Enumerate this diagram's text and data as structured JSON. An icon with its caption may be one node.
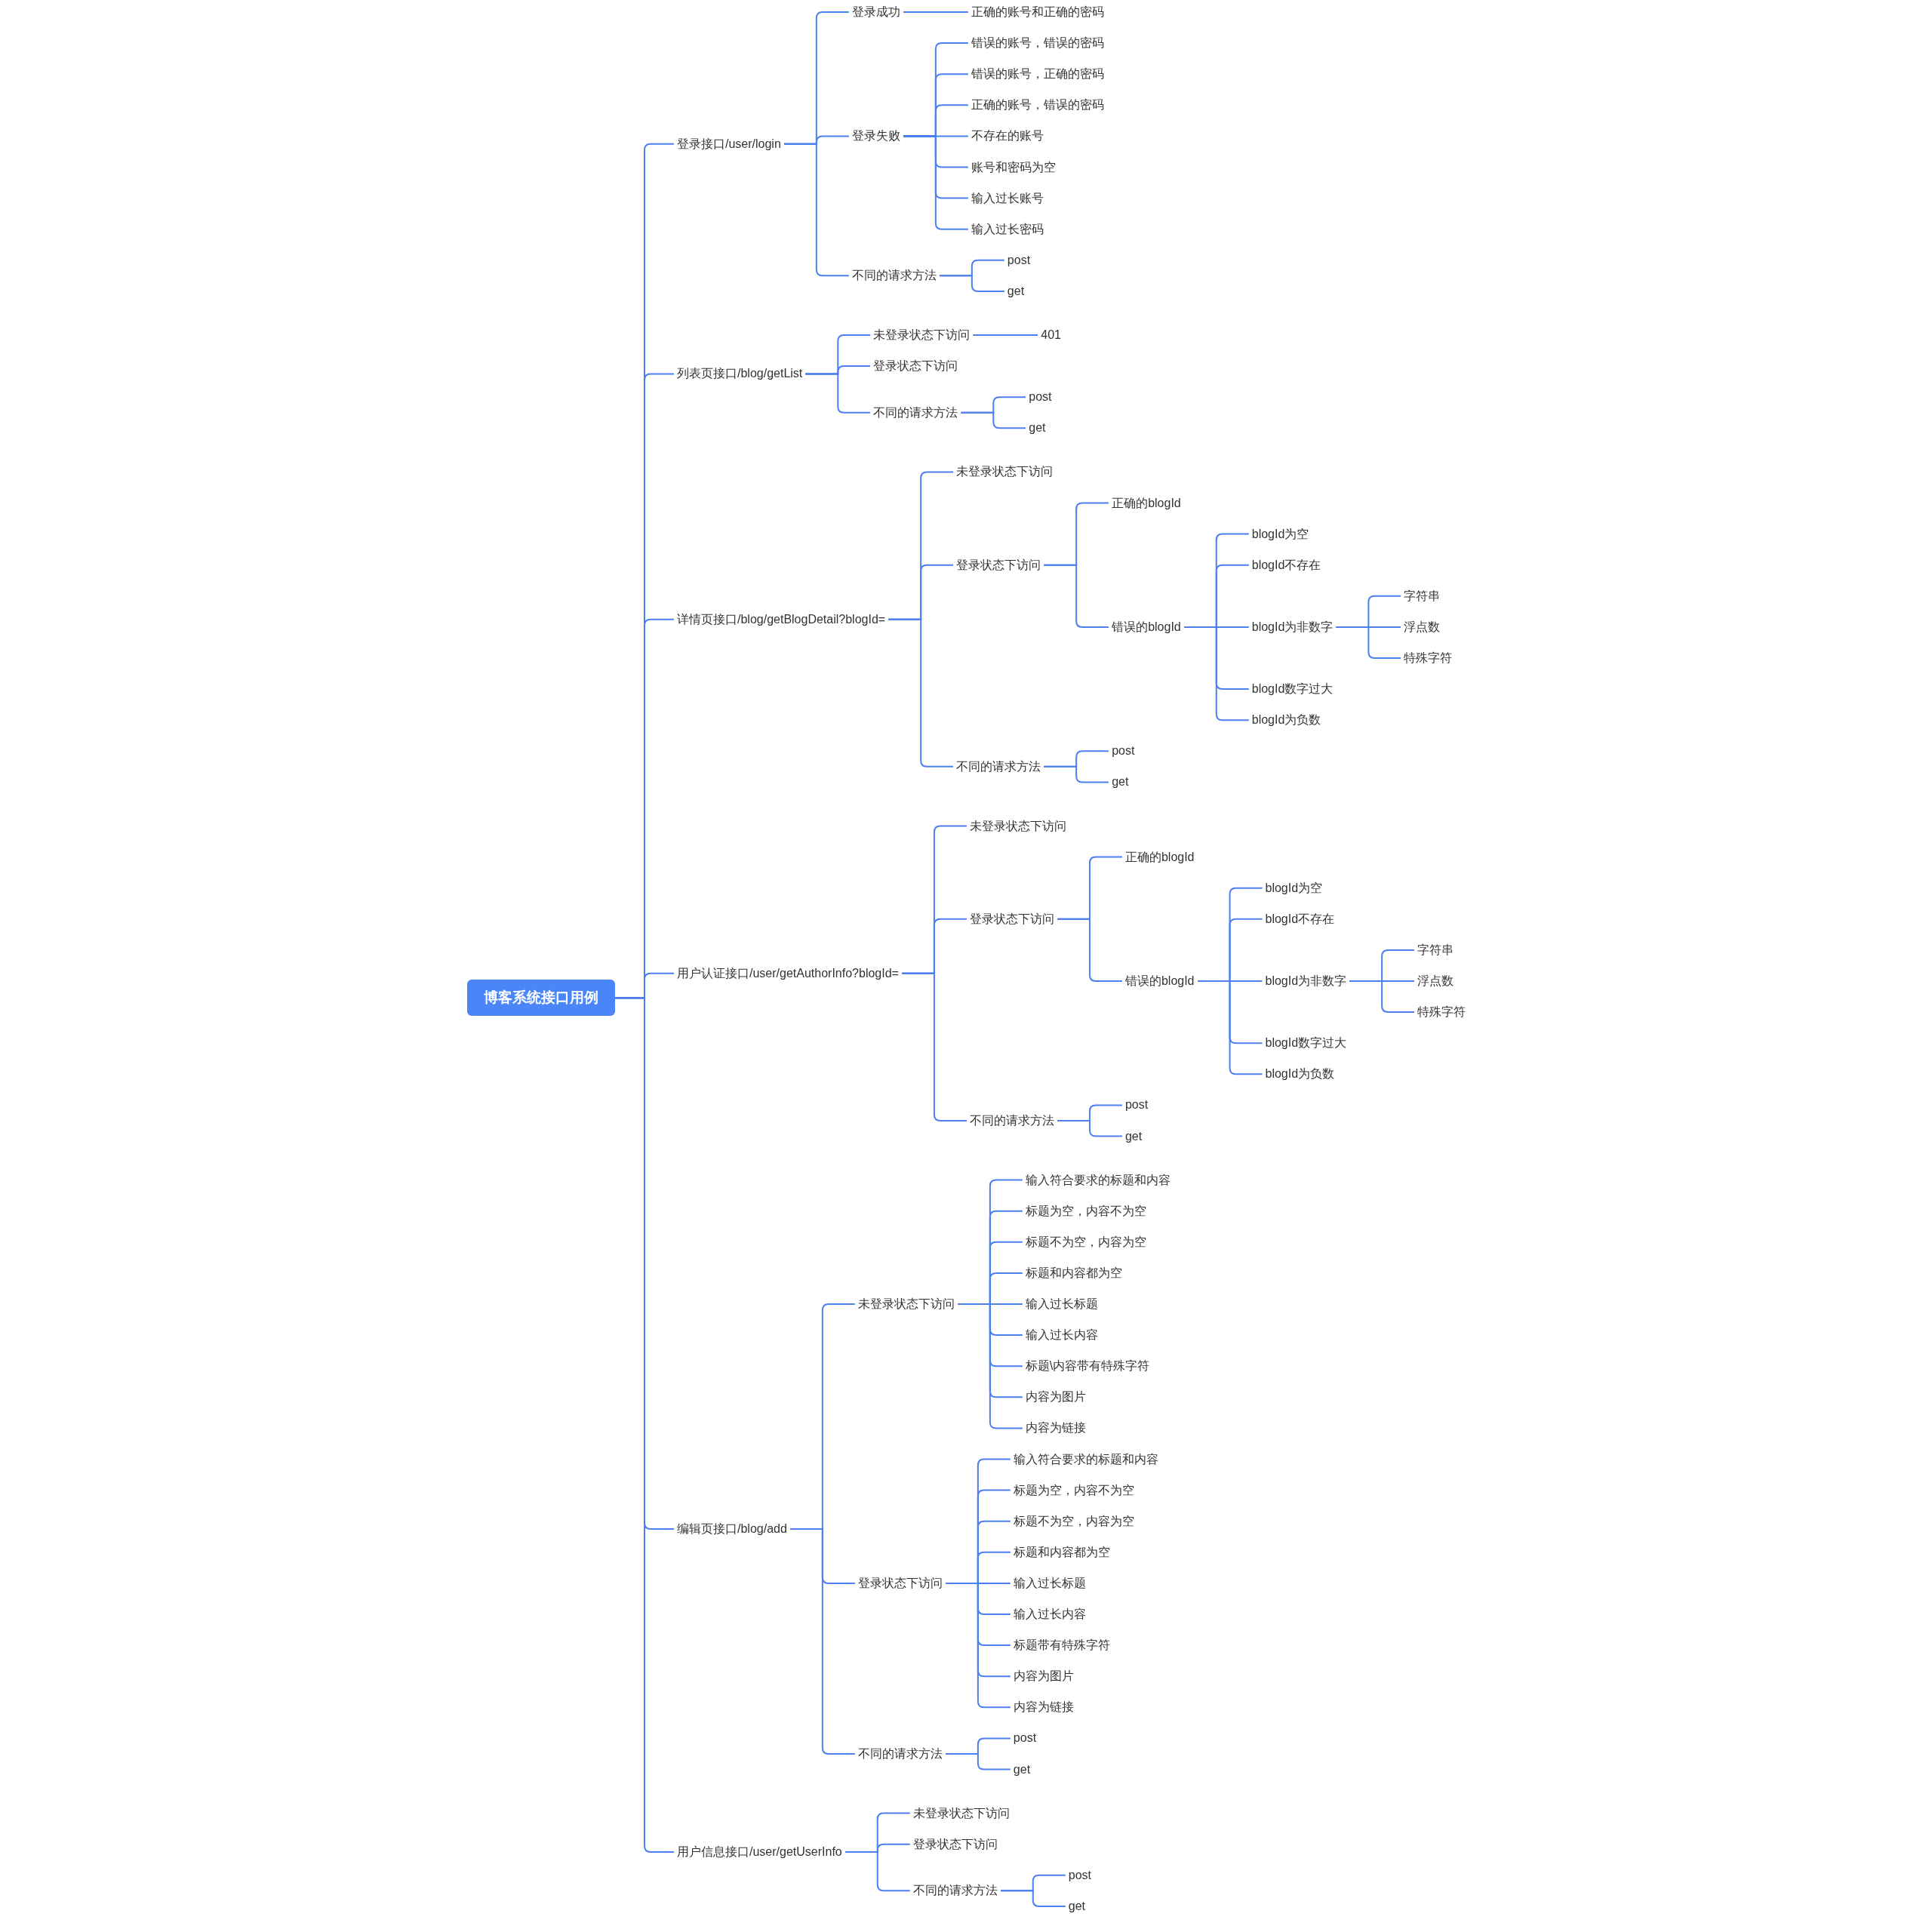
{
  "diagram": {
    "nodes": [
      {
        "text": [
          "博客系统接口用例"
        ]
      },
      {
        "text": [
          "登录接口/user/login"
        ]
      },
      {
        "text": [
          "登录成功"
        ]
      },
      {
        "text": [
          "正确的账号和正确的密码"
        ]
      },
      {
        "text": [
          "登录失败"
        ]
      },
      {
        "text": [
          "错误的账号，错误的密码"
        ]
      },
      {
        "text": [
          "错误的账号，正确的密码"
        ]
      },
      {
        "text": [
          "正确的账号，错误的密码"
        ]
      },
      {
        "text": [
          "不存在的账号"
        ]
      },
      {
        "text": [
          "账号和密码为空"
        ]
      },
      {
        "text": [
          "输入过长账号"
        ]
      },
      {
        "text": [
          "输入过长密码"
        ]
      },
      {
        "text": [
          "不同的请求方法"
        ]
      },
      {
        "text": [
          "post"
        ]
      },
      {
        "text": [
          "get"
        ]
      },
      {
        "text": [
          "列表页接口/blog/getList"
        ]
      },
      {
        "text": [
          "未登录状态下访问"
        ]
      },
      {
        "text": [
          "401"
        ]
      },
      {
        "text": [
          "登录状态下访问"
        ]
      },
      {
        "text": [
          "不同的请求方法"
        ]
      },
      {
        "text": [
          "post"
        ]
      },
      {
        "text": [
          "get"
        ]
      },
      {
        "text": [
          "详情页接口/blog/getBlogDetail?blogId="
        ]
      },
      {
        "text": [
          "未登录状态下访问"
        ]
      },
      {
        "text": [
          "登录状态下访问"
        ]
      },
      {
        "text": [
          "正确的blogId"
        ]
      },
      {
        "text": [
          "错误的blogId"
        ]
      },
      {
        "text": [
          "blogId为空"
        ]
      },
      {
        "text": [
          "blogId不存在"
        ]
      },
      {
        "text": [
          "blogId为非数字"
        ]
      },
      {
        "text": [
          "字符串"
        ]
      },
      {
        "text": [
          "浮点数"
        ]
      },
      {
        "text": [
          "特殊字符"
        ]
      },
      {
        "text": [
          "blogId数字过大"
        ]
      },
      {
        "text": [
          "blogId为负数"
        ]
      },
      {
        "text": [
          "不同的请求方法"
        ]
      },
      {
        "text": [
          "post"
        ]
      },
      {
        "text": [
          "get"
        ]
      },
      {
        "text": [
          "用户认证接口/user/getAuthorInfo?blogId="
        ]
      },
      {
        "text": [
          "未登录状态下访问"
        ]
      },
      {
        "text": [
          "登录状态下访问"
        ]
      },
      {
        "text": [
          "正确的blogId"
        ]
      },
      {
        "text": [
          "错误的blogId"
        ]
      },
      {
        "text": [
          "blogId为空"
        ]
      },
      {
        "text": [
          "blogId不存在"
        ]
      },
      {
        "text": [
          "blogId为非数字"
        ]
      },
      {
        "text": [
          "字符串"
        ]
      },
      {
        "text": [
          "浮点数"
        ]
      },
      {
        "text": [
          "特殊字符"
        ]
      },
      {
        "text": [
          "blogId数字过大"
        ]
      },
      {
        "text": [
          "blogId为负数"
        ]
      },
      {
        "text": [
          "不同的请求方法"
        ]
      },
      {
        "text": [
          "post"
        ]
      },
      {
        "text": [
          "get"
        ]
      },
      {
        "text": [
          "编辑页接口/blog/add"
        ]
      },
      {
        "text": [
          "未登录状态下访问"
        ]
      },
      {
        "text": [
          "输入符合要求的标题和内容"
        ]
      },
      {
        "text": [
          "标题为空，内容不为空"
        ]
      },
      {
        "text": [
          "标题不为空，内容为空"
        ]
      },
      {
        "text": [
          "标题和内容都为空"
        ]
      },
      {
        "text": [
          "输入过长标题"
        ]
      },
      {
        "text": [
          "输入过长内容"
        ]
      },
      {
        "text": [
          "标题\\内容带有特殊字符"
        ]
      },
      {
        "text": [
          "内容为图片"
        ]
      },
      {
        "text": [
          "内容为链接"
        ]
      },
      {
        "text": [
          "登录状态下访问"
        ]
      },
      {
        "text": [
          "输入符合要求的标题和内容"
        ]
      },
      {
        "text": [
          "标题为空，内容不为空"
        ]
      },
      {
        "text": [
          "标题不为空，内容为空"
        ]
      },
      {
        "text": [
          "标题和内容都为空"
        ]
      },
      {
        "text": [
          "输入过长标题"
        ]
      },
      {
        "text": [
          "输入过长内容"
        ]
      },
      {
        "text": [
          "标题带有特殊字符"
        ]
      },
      {
        "text": [
          "内容为图片"
        ]
      },
      {
        "text": [
          "内容为链接"
        ]
      },
      {
        "text": [
          "不同的请求方法"
        ]
      },
      {
        "text": [
          "post"
        ]
      },
      {
        "text": [
          "get"
        ]
      },
      {
        "text": [
          "用户信息接口/user/getUserInfo"
        ]
      },
      {
        "text": [
          "未登录状态下访问"
        ]
      },
      {
        "text": [
          "登录状态下访问"
        ]
      },
      {
        "text": [
          "不同的请求方法"
        ]
      },
      {
        "text": [
          "post"
        ]
      },
      {
        "text": [
          "get"
        ]
      }
    ],
    "edges": [
      {
        "from": 0,
        "to": 1,
        "arrow": "none"
      },
      {
        "from": 1,
        "to": 2,
        "arrow": "none"
      },
      {
        "from": 2,
        "to": 3,
        "arrow": "none"
      },
      {
        "from": 1,
        "to": 4,
        "arrow": "none"
      },
      {
        "from": 4,
        "to": 5,
        "arrow": "none"
      },
      {
        "from": 4,
        "to": 6,
        "arrow": "none"
      },
      {
        "from": 4,
        "to": 7,
        "arrow": "none"
      },
      {
        "from": 4,
        "to": 8,
        "arrow": "none"
      },
      {
        "from": 4,
        "to": 9,
        "arrow": "none"
      },
      {
        "from": 4,
        "to": 10,
        "arrow": "none"
      },
      {
        "from": 4,
        "to": 11,
        "arrow": "none"
      },
      {
        "from": 1,
        "to": 12,
        "arrow": "none"
      },
      {
        "from": 12,
        "to": 13,
        "arrow": "none"
      },
      {
        "from": 12,
        "to": 14,
        "arrow": "none"
      },
      {
        "from": 0,
        "to": 15,
        "arrow": "none"
      },
      {
        "from": 15,
        "to": 16,
        "arrow": "none"
      },
      {
        "from": 16,
        "to": 17,
        "arrow": "none"
      },
      {
        "from": 15,
        "to": 18,
        "arrow": "none"
      },
      {
        "from": 15,
        "to": 19,
        "arrow": "none"
      },
      {
        "from": 19,
        "to": 20,
        "arrow": "none"
      },
      {
        "from": 19,
        "to": 21,
        "arrow": "none"
      },
      {
        "from": 0,
        "to": 22,
        "arrow": "none"
      },
      {
        "from": 22,
        "to": 23,
        "arrow": "none"
      },
      {
        "from": 22,
        "to": 24,
        "arrow": "none"
      },
      {
        "from": 24,
        "to": 25,
        "arrow": "none"
      },
      {
        "from": 24,
        "to": 26,
        "arrow": "none"
      },
      {
        "from": 26,
        "to": 27,
        "arrow": "none"
      },
      {
        "from": 26,
        "to": 28,
        "arrow": "none"
      },
      {
        "from": 26,
        "to": 29,
        "arrow": "none"
      },
      {
        "from": 29,
        "to": 30,
        "arrow": "none"
      },
      {
        "from": 29,
        "to": 31,
        "arrow": "none"
      },
      {
        "from": 29,
        "to": 32,
        "arrow": "none"
      },
      {
        "from": 26,
        "to": 33,
        "arrow": "none"
      },
      {
        "from": 26,
        "to": 34,
        "arrow": "none"
      },
      {
        "from": 22,
        "to": 35,
        "arrow": "none"
      },
      {
        "from": 35,
        "to": 36,
        "arrow": "none"
      },
      {
        "from": 35,
        "to": 37,
        "arrow": "none"
      },
      {
        "from": 0,
        "to": 38,
        "arrow": "none"
      },
      {
        "from": 38,
        "to": 39,
        "arrow": "none"
      },
      {
        "from": 38,
        "to": 40,
        "arrow": "none"
      },
      {
        "from": 40,
        "to": 41,
        "arrow": "none"
      },
      {
        "from": 40,
        "to": 42,
        "arrow": "none"
      },
      {
        "from": 42,
        "to": 43,
        "arrow": "none"
      },
      {
        "from": 42,
        "to": 44,
        "arrow": "none"
      },
      {
        "from": 42,
        "to": 45,
        "arrow": "none"
      },
      {
        "from": 45,
        "to": 46,
        "arrow": "none"
      },
      {
        "from": 45,
        "to": 47,
        "arrow": "none"
      },
      {
        "from": 45,
        "to": 48,
        "arrow": "none"
      },
      {
        "from": 42,
        "to": 49,
        "arrow": "none"
      },
      {
        "from": 42,
        "to": 50,
        "arrow": "none"
      },
      {
        "from": 38,
        "to": 51,
        "arrow": "none"
      },
      {
        "from": 51,
        "to": 52,
        "arrow": "none"
      },
      {
        "from": 51,
        "to": 53,
        "arrow": "none"
      },
      {
        "from": 0,
        "to": 54,
        "arrow": "none"
      },
      {
        "from": 54,
        "to": 55,
        "arrow": "none"
      },
      {
        "from": 55,
        "to": 56,
        "arrow": "none"
      },
      {
        "from": 55,
        "to": 57,
        "arrow": "none"
      },
      {
        "from": 55,
        "to": 58,
        "arrow": "none"
      },
      {
        "from": 55,
        "to": 59,
        "arrow": "none"
      },
      {
        "from": 55,
        "to": 60,
        "arrow": "none"
      },
      {
        "from": 55,
        "to": 61,
        "arrow": "none"
      },
      {
        "from": 55,
        "to": 62,
        "arrow": "none"
      },
      {
        "from": 55,
        "to": 63,
        "arrow": "none"
      },
      {
        "from": 55,
        "to": 64,
        "arrow": "none"
      },
      {
        "from": 54,
        "to": 65,
        "arrow": "none"
      },
      {
        "from": 65,
        "to": 66,
        "arrow": "none"
      },
      {
        "from": 65,
        "to": 67,
        "arrow": "none"
      },
      {
        "from": 65,
        "to": 68,
        "arrow": "none"
      },
      {
        "from": 65,
        "to": 69,
        "arrow": "none"
      },
      {
        "from": 65,
        "to": 70,
        "arrow": "none"
      },
      {
        "from": 65,
        "to": 71,
        "arrow": "none"
      },
      {
        "from": 65,
        "to": 72,
        "arrow": "none"
      },
      {
        "from": 65,
        "to": 73,
        "arrow": "none"
      },
      {
        "from": 65,
        "to": 74,
        "arrow": "none"
      },
      {
        "from": 54,
        "to": 75,
        "arrow": "none"
      },
      {
        "from": 75,
        "to": 76,
        "arrow": "none"
      },
      {
        "from": 75,
        "to": 77,
        "arrow": "none"
      },
      {
        "from": 0,
        "to": 78,
        "arrow": "none"
      },
      {
        "from": 78,
        "to": 79,
        "arrow": "none"
      },
      {
        "from": 78,
        "to": 80,
        "arrow": "none"
      },
      {
        "from": 78,
        "to": 81,
        "arrow": "none"
      },
      {
        "from": 81,
        "to": 82,
        "arrow": "none"
      },
      {
        "from": 81,
        "to": 83,
        "arrow": "none"
      }
    ]
  }
}
